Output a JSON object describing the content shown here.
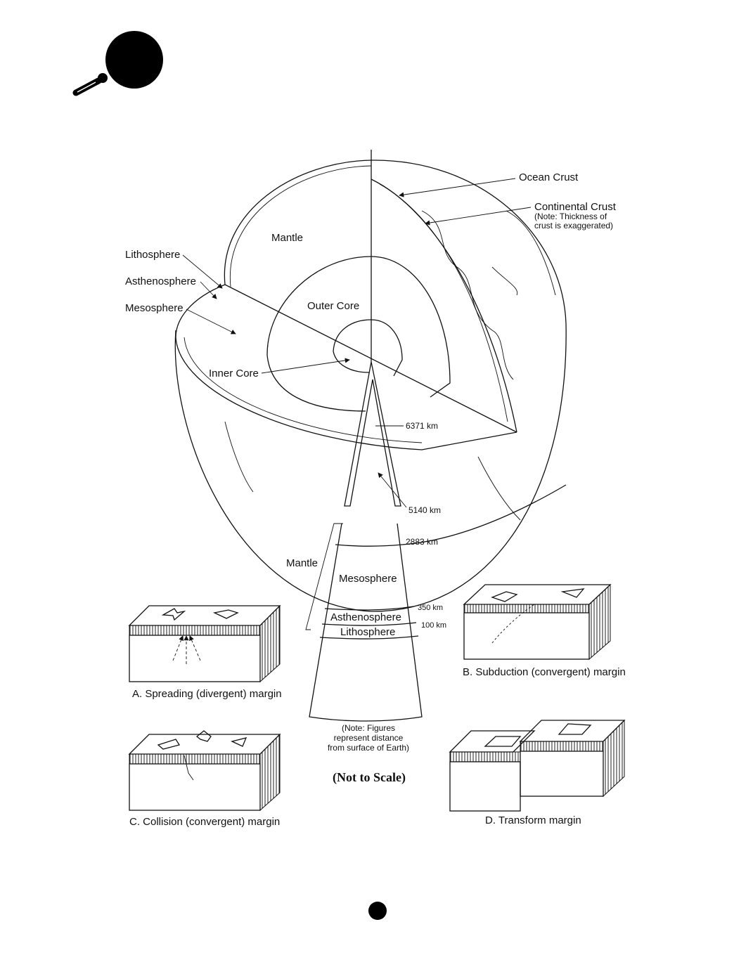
{
  "header": {
    "icon": "magnifier-icon"
  },
  "globe": {
    "ocean_crust": "Ocean Crust",
    "continental_crust": "Continental Crust",
    "crust_note_1": "(Note: Thickness of",
    "crust_note_2": "crust is exaggerated)",
    "lithosphere": "Lithosphere",
    "asthenosphere": "Asthenosphere",
    "mesosphere": "Mesosphere",
    "mantle": "Mantle",
    "outer_core": "Outer Core",
    "inner_core": "Inner Core",
    "depth_6371": "6371 km",
    "depth_5140": "5140 km",
    "depth_2883": "2883 km"
  },
  "wedge": {
    "mantle": "Mantle",
    "mesosphere": "Mesosphere",
    "asthenosphere": "Asthenosphere",
    "lithosphere": "Lithosphere",
    "depth_350": "350 km",
    "depth_100": "100 km",
    "note_1": "(Note: Figures",
    "note_2": "represent distance",
    "note_3": "from surface of Earth)",
    "scale": "(Not to Scale)"
  },
  "margins": {
    "a": "A. Spreading (divergent) margin",
    "b": "B. Subduction (convergent) margin",
    "c": "C. Collision (convergent) margin",
    "d": "D. Transform margin"
  },
  "footer": {
    "page_marker": "page-dot"
  }
}
